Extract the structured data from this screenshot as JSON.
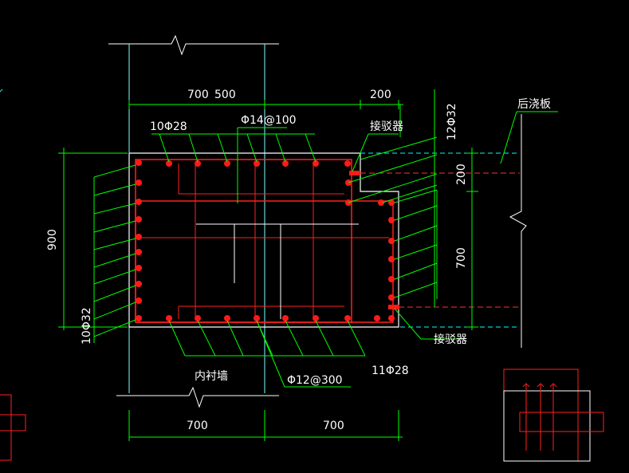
{
  "drawing": {
    "dims": {
      "top_700": "700",
      "top_500": "500",
      "top_200": "200",
      "right_200": "200",
      "right_700": "700",
      "left_900": "900",
      "bottom_700_left": "700",
      "bottom_700_right": "700"
    },
    "rebar": {
      "top_bars": "10Φ28",
      "stirrup_top": "Φ14@100",
      "right_bars": "12Φ32",
      "left_bars": "10Φ32",
      "bottom_bars": "11Φ28",
      "tie_bottom": "Φ12@300"
    },
    "labels": {
      "coupler_top": "接驳器",
      "coupler_bottom": "接驳器",
      "post_cast_slab": "后浇板",
      "inner_lining_wall": "内衬墙"
    },
    "colors": {
      "background": "#000000",
      "outline": "#ffffff",
      "dimension": "#00ff00",
      "rebar": "#ff0000",
      "axis": "#00ffff",
      "coupler": "#ff0000"
    }
  }
}
